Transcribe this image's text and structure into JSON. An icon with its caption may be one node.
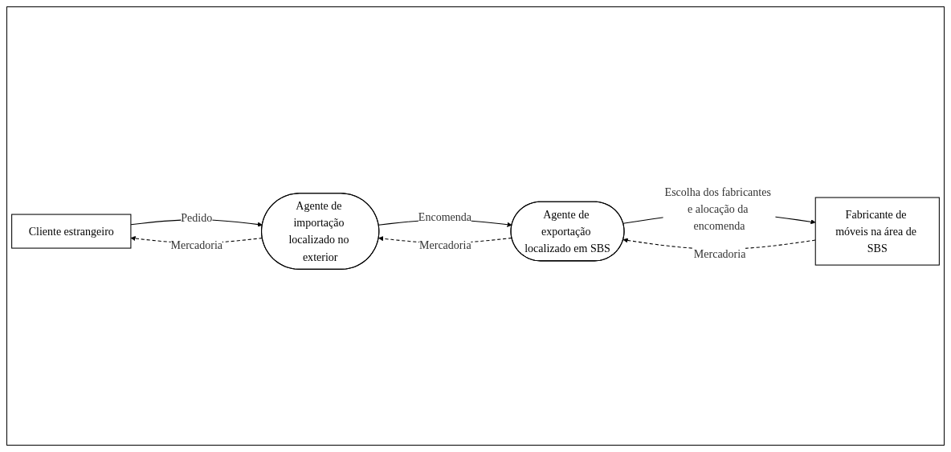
{
  "diagram": {
    "nodes": [
      {
        "text": [
          "Cliente estrangeiro"
        ]
      },
      {
        "text": [
          "Agente de importação localizado no exterior"
        ]
      },
      {
        "text": [
          "Agente de exportação localizado em SBS"
        ]
      },
      {
        "text": [
          "Fabricante de móveis na área de SBS"
        ]
      }
    ],
    "edges": [
      {
        "from": 0,
        "to": 1,
        "arrow": "to",
        "label": "Pedido"
      },
      {
        "from": 1,
        "to": 0,
        "arrow": "to",
        "label": "Mercadoria",
        "style": "dashed"
      },
      {
        "from": 1,
        "to": 2,
        "arrow": "to",
        "label": "Encomenda"
      },
      {
        "from": 2,
        "to": 1,
        "arrow": "to",
        "label": "Mercadoria",
        "style": "dashed"
      },
      {
        "from": 2,
        "to": 3,
        "arrow": "to",
        "label": "Escolha dos fabricantes e alocação da encomenda"
      },
      {
        "from": 3,
        "to": 2,
        "arrow": "to",
        "label": "Mercadoria",
        "style": "dashed"
      }
    ]
  }
}
